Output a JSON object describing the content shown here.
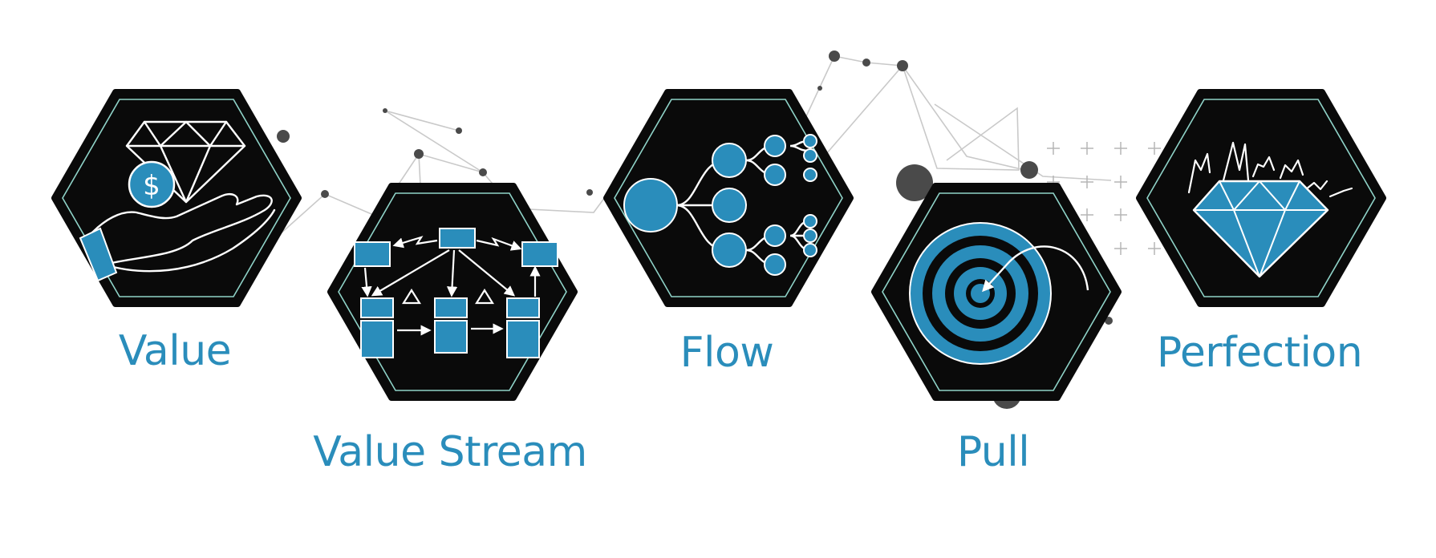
{
  "steps": [
    {
      "label": "Value",
      "icon": "hand-holding-diamond-icon"
    },
    {
      "label": "Value Stream",
      "icon": "value-stream-map-icon"
    },
    {
      "label": "Flow",
      "icon": "branching-flow-icon"
    },
    {
      "label": "Pull",
      "icon": "target-arrow-icon"
    },
    {
      "label": "Perfection",
      "icon": "sparkling-diamond-icon"
    }
  ],
  "icons": {
    "dollar_sign": "$"
  },
  "colors": {
    "accent": "#2a8dbb",
    "hexagon_fill": "#0a0a0a",
    "hexagon_outline": "#8fd3c8",
    "network": "#c8c8c8",
    "node": "#4a4a4a"
  }
}
